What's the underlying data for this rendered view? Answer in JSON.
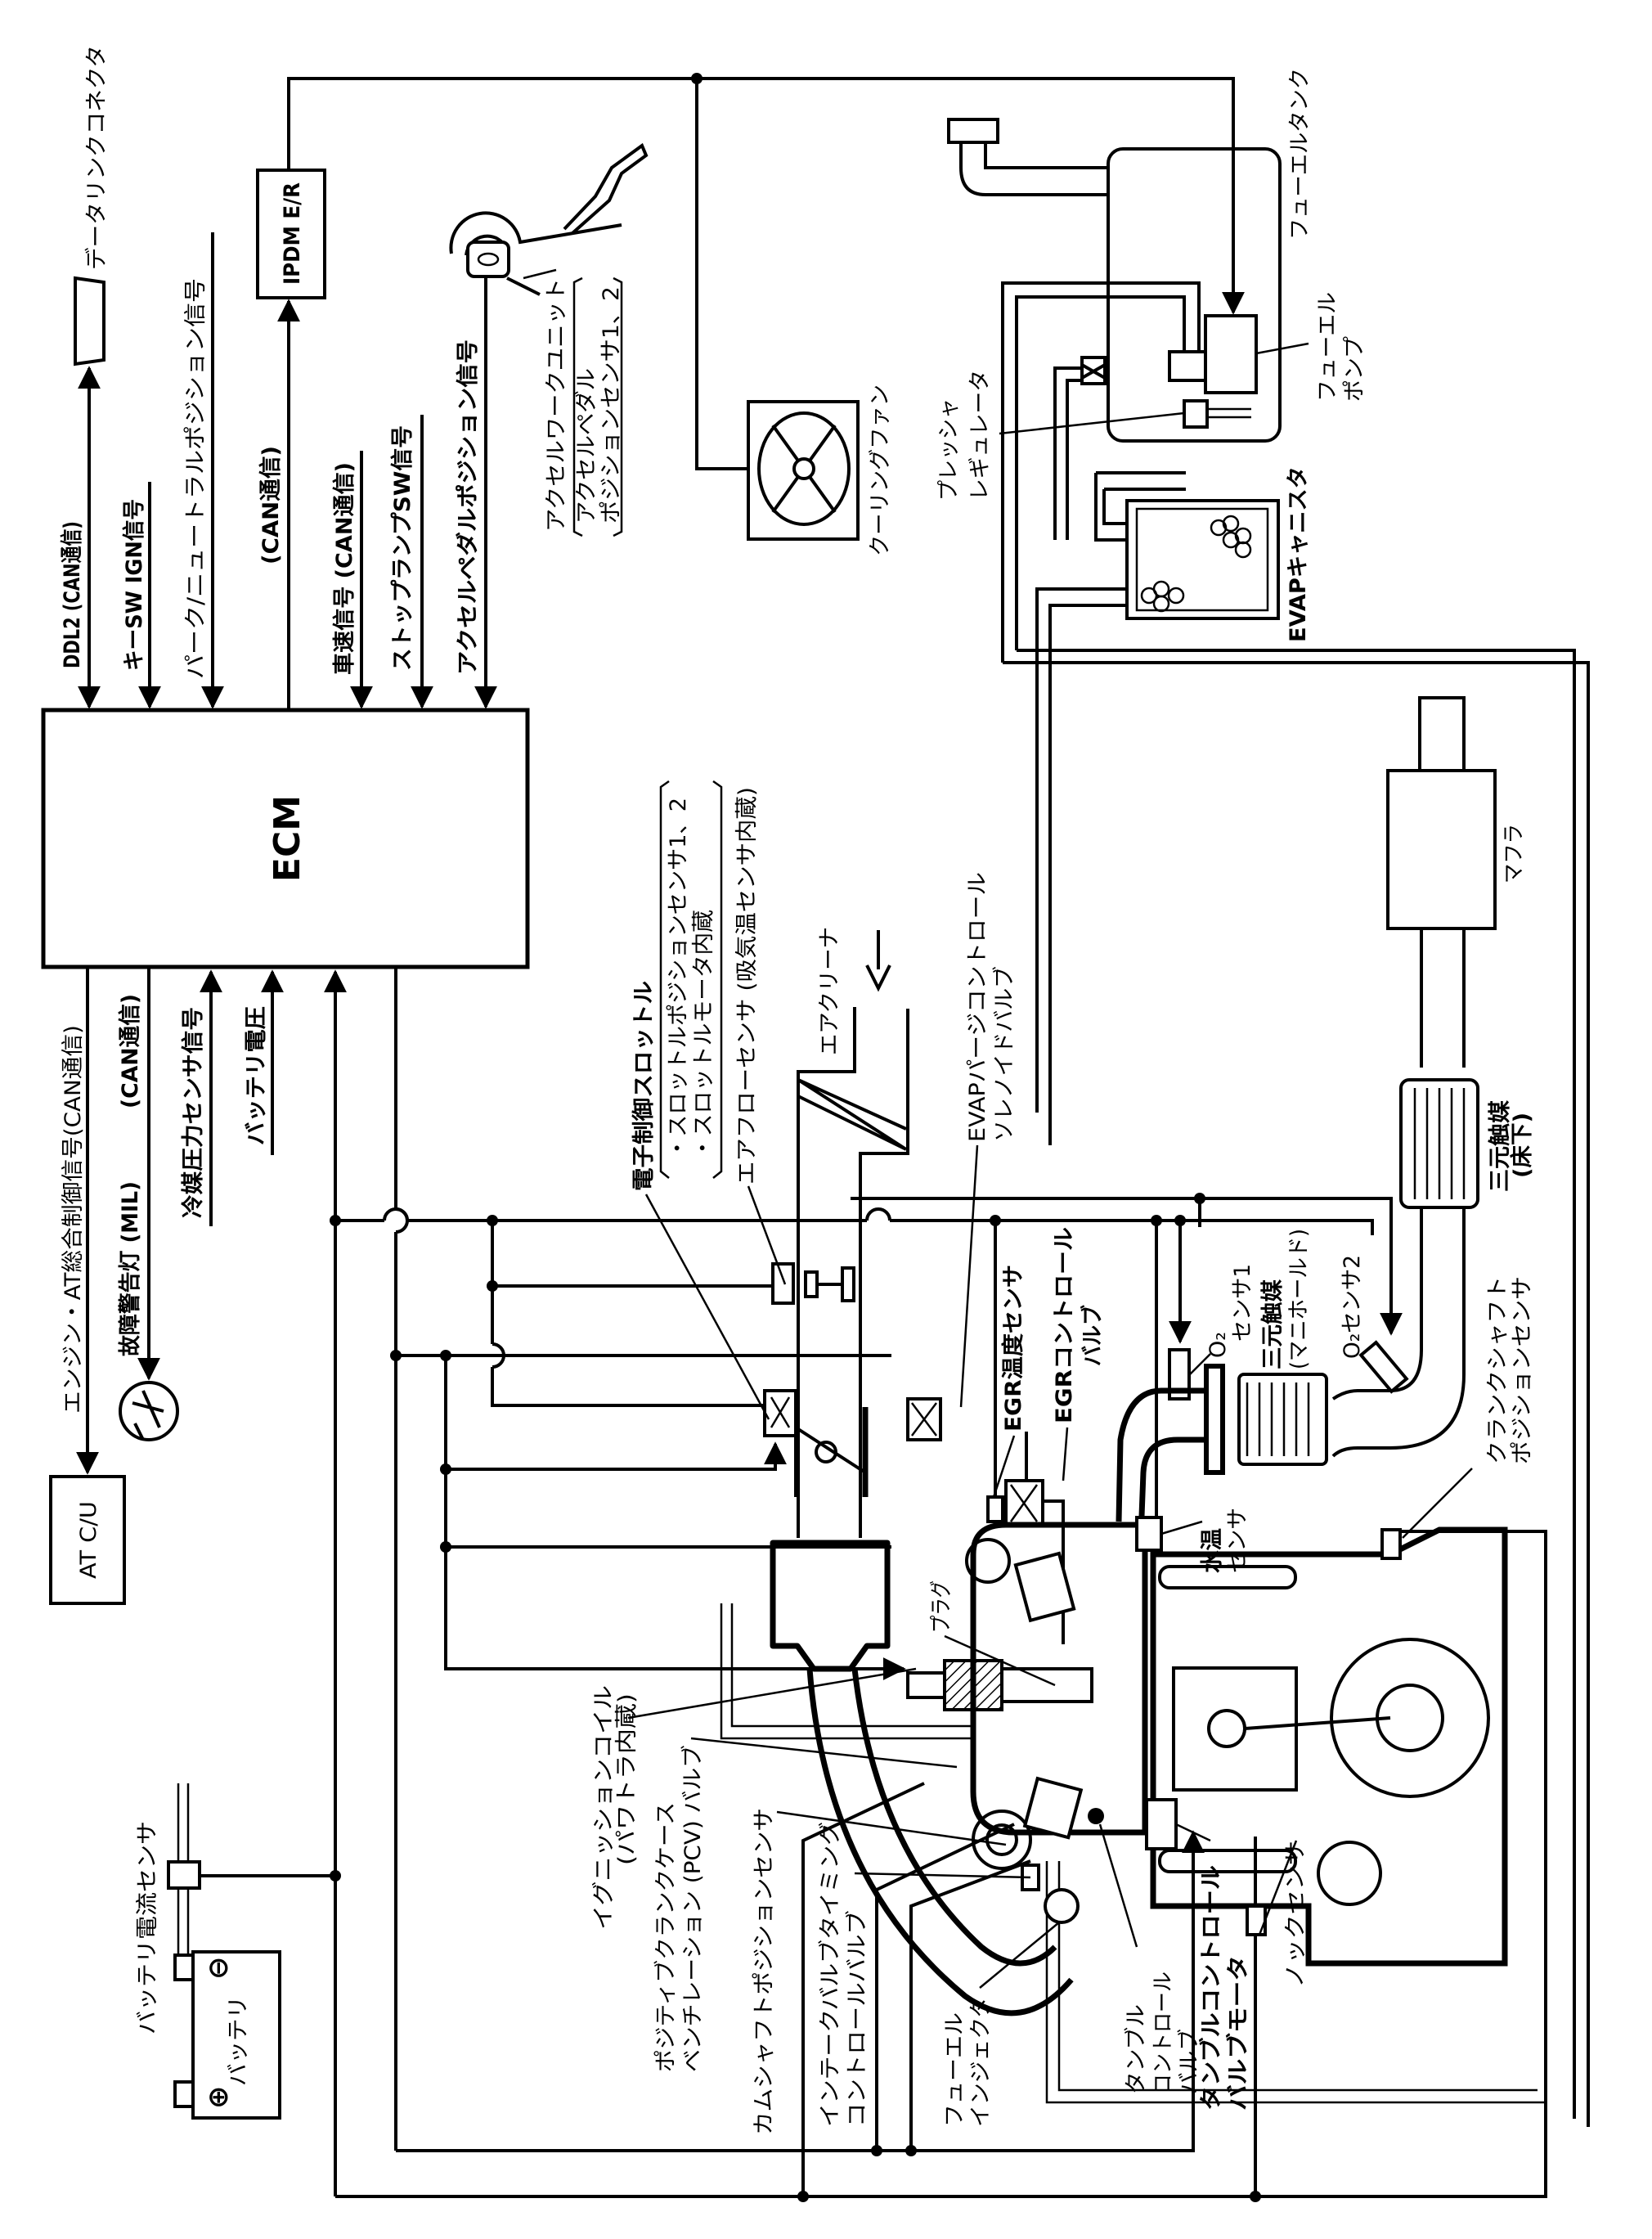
{
  "ecm": "ECM",
  "top_signals": {
    "data_link_connector": "データリンクコネクタ",
    "ddl2": "DDL2 (CAN通信)",
    "key_sw": "キーSW IGN信号",
    "park_neutral": "パーク/ニュートラルポジション信号",
    "ipdm": "IPDM E/R",
    "ipdm_can": "(CAN通信)",
    "vehicle_speed": "車速信号 (CAN通信)",
    "stop_lamp": "ストップランプSW信号",
    "accel_signal": "アクセルペダルポジション信号",
    "accel_work_unit": "アクセルワークユニット",
    "accel_pedal_sensor_1": "アクセルペダル",
    "accel_pedal_sensor_2": "ポジションセンサ1、2"
  },
  "bottom_signals": {
    "engine_at": "エンジン・AT総合制御信号(CAN通信)",
    "mil_can": "(CAN通信)",
    "mil": "故障警告灯 (MIL)",
    "refrigerant": "冷媒圧力センサ信号",
    "battery_voltage": "バッテリ電圧",
    "at_cu": "AT C/U"
  },
  "components": {
    "cooling_fan": "クーリングファン",
    "fuel_tank": "フューエルタンク",
    "fuel_pump_1": "フューエル",
    "fuel_pump_2": "ポンプ",
    "pressure_regulator_1": "プレッシャ",
    "pressure_regulator_2": "レギュレータ",
    "evap_canister": "EVAPキャニスタ",
    "muffler": "マフラ",
    "catalyst_underfloor_1": "三元触媒",
    "catalyst_underfloor_2": "(床下)",
    "throttle_1": "電子制御スロットル",
    "throttle_2": "・スロットルポジションセンサ1、2",
    "throttle_3": "・スロットルモータ内蔵",
    "air_flow": "エアフローセンサ (吸気温センサ内蔵)",
    "air_cleaner": "エアクリーナ",
    "evap_purge_1": "EVAPパージコントロール",
    "evap_purge_2": "ソレノイドバルブ",
    "egr_temp": "EGR温度センサ",
    "egr_valve_1": "EGRコントロール",
    "egr_valve_2": "バルブ",
    "o2_sensor1_1": "O₂",
    "o2_sensor1_2": "センサ1",
    "catalyst_manifold_1": "三元触媒",
    "catalyst_manifold_2": "(マニホールド)",
    "o2_sensor2": "O₂センサ2",
    "water_temp_1": "水温",
    "water_temp_2": "センサ",
    "crank_sensor_1": "クランクシャフト",
    "crank_sensor_2": "ポジションセンサ",
    "plug": "プラグ",
    "ignition_coil_1": "イグニッションコイル",
    "ignition_coil_2": "(パワトラ内蔵)",
    "pcv_1": "ポジティブクランクケース",
    "pcv_2": "ベンチレーション (PCV) バルブ",
    "cam_sensor": "カムシャフトポジションセンサ",
    "ivt_1": "インテークバルブタイミング",
    "ivt_2": "コントロールバルブ",
    "injector_1": "フューエル",
    "injector_2": "インジェクタ",
    "tumble_valve_1": "タンブル",
    "tumble_valve_2": "コントロール",
    "tumble_valve_3": "バルブ",
    "tumble_motor_1": "タンブルコントロール",
    "tumble_motor_2": "バルブモータ",
    "knock_sensor": "ノックセンサ",
    "battery_current_sensor": "バッテリ電流センサ",
    "battery": "バッテリ",
    "battery_plus": "⊕",
    "battery_minus": "⊖"
  }
}
